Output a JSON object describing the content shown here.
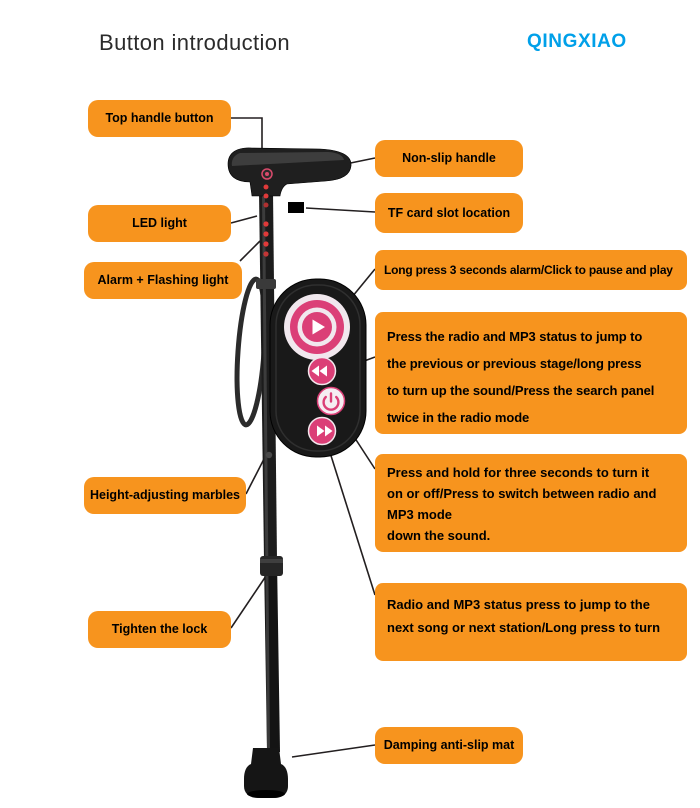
{
  "page": {
    "title": "Button introduction",
    "brand": "QINGXIAO"
  },
  "colors": {
    "callout_orange": "#F7941E",
    "brand_blue": "#00A0E9",
    "button_pink": "#DB3F77",
    "line_black": "#231F20",
    "cane_black": "#1C1C1C"
  },
  "callouts": {
    "top_handle": "Top handle button",
    "non_slip": "Non-slip handle",
    "led": "LED light",
    "tf_card": "TF card slot location",
    "alarm": "Alarm + Flashing light",
    "long_press": "Long press 3 seconds alarm/Click to pause and play",
    "prev_track": "Press the radio and MP3 status to jump to\nthe previous or previous stage/long press\nto turn up the sound/Press the search panel\ntwice in the radio mode",
    "height": "Height-adjusting marbles",
    "power": "Press and hold for three seconds to turn it\non or off/Press to switch between radio and\n MP3 mode\ndown the sound.",
    "tighten": "Tighten the lock",
    "next_track": "Radio and MP3 status press to jump to the\nnext song or next station/Long press to turn",
    "damping": "Damping anti-slip mat"
  },
  "icons": {
    "play": "play-icon",
    "rewind": "rewind-icon",
    "power": "power-icon",
    "fast_forward": "fast-forward-icon"
  }
}
